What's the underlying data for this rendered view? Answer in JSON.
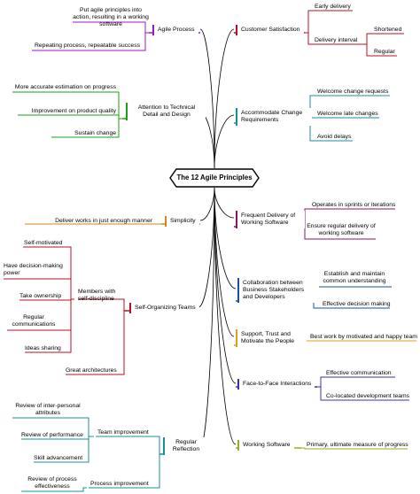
{
  "root": {
    "label": "The 12 Agile Principles"
  },
  "colors": {
    "agile_process": "#9b19c6",
    "attention": "#1aa11a",
    "simplicity": "#d1841f",
    "self_org": "#b3102a",
    "regular_reflection": "#178f99",
    "customer": "#b3102a",
    "accommodate": "#178f99",
    "frequent": "#8b1466",
    "collaboration": "#1c4fa3",
    "support": "#d6a31a",
    "face": "#4b2ba3",
    "working": "#8fae22"
  },
  "left": {
    "agile_process": {
      "label": "Agile Process",
      "children": [
        "Put agile principles into action, resulting in a working software",
        "Repeating process, repeatable success"
      ]
    },
    "attention": {
      "label": "Attention to Technical Detail and Design",
      "children": [
        "More accurate estimation on progress",
        "Improvement on product quality",
        "Sustain change"
      ]
    },
    "simplicity": {
      "label": "Simplicity",
      "children": [
        "Deliver works in just enough manner"
      ]
    },
    "self_org": {
      "label": "Self-Organizing Teams",
      "members": {
        "label": "Members with self-discipline",
        "children": [
          "Self-motivated",
          "Have decision-making power",
          "Take ownership",
          "Regular communications",
          "Ideas sharing"
        ]
      },
      "children": [
        "Great architectures"
      ]
    },
    "regular_reflection": {
      "label": "Regular Reflection",
      "team": {
        "label": "Team improvement",
        "children": [
          "Review of inter-personal attributes",
          "Review of performance",
          "Skill advancement"
        ]
      },
      "process": {
        "label": "Process improvement",
        "children": [
          "Review of process effectiveness"
        ]
      }
    }
  },
  "right": {
    "customer": {
      "label": "Customer Satisfaction",
      "children": [
        "Early delivery"
      ],
      "delivery": {
        "label": "Delivery interval",
        "children": [
          "Shortened",
          "Regular"
        ]
      }
    },
    "accommodate": {
      "label": "Accommodate Change Requirements",
      "children": [
        "Welcome change requests",
        "Welcome late changes",
        "Avoid delays"
      ]
    },
    "frequent": {
      "label": "Frequent Delivery of Working Software",
      "children": [
        "Operates in sprints or iterations",
        "Ensure regular delivery of working software"
      ]
    },
    "collaboration": {
      "label": "Collaboration between Business Stakeholders and Developers",
      "children": [
        "Establish and maintain common understanding",
        "Effective decision making"
      ]
    },
    "support": {
      "label": "Support, Trust and Motivate the People",
      "children": [
        "Best work by motivated and happy team"
      ]
    },
    "face": {
      "label": "Face-to-Face Interactions",
      "children": [
        "Effective communication",
        "Co-located development teams"
      ]
    },
    "working": {
      "label": "Working Software",
      "children": [
        "Primary, ultimate measure of progress"
      ]
    }
  }
}
